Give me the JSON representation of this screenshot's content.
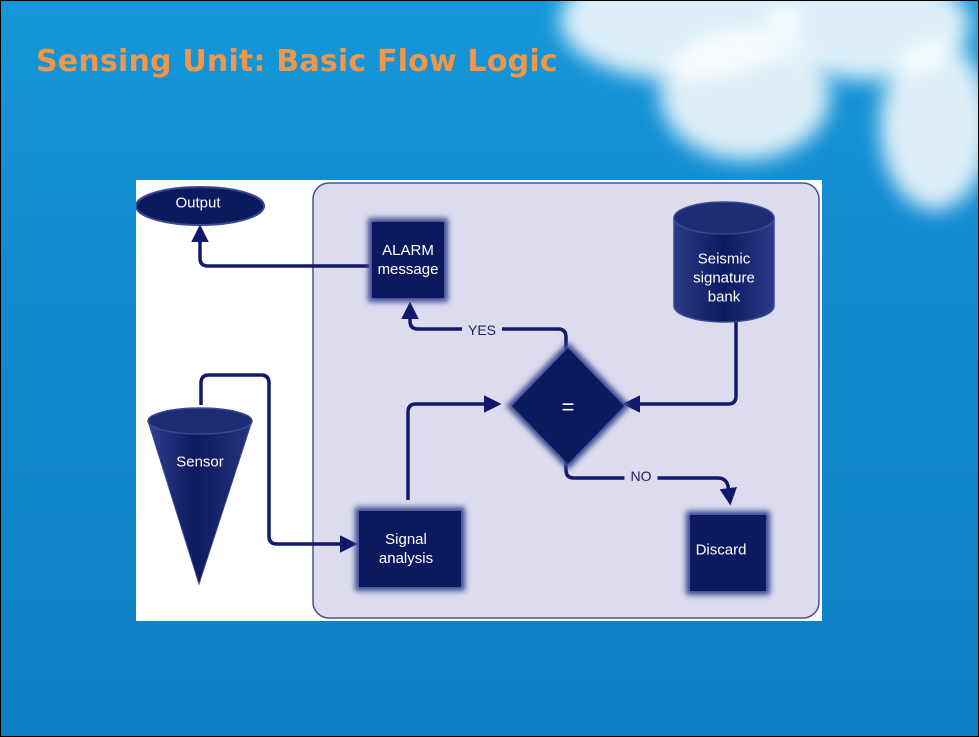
{
  "slide": {
    "title": "Sensing Unit: Basic Flow Logic"
  },
  "diagram": {
    "nodes": {
      "output": "Output",
      "alarm_message": [
        "ALARM",
        "message"
      ],
      "seismic_bank": [
        "Seismic",
        "signature",
        "bank"
      ],
      "comparator": "=",
      "sensor": "Sensor",
      "signal_analysis": [
        "Signal",
        "analysis"
      ],
      "discard": "Discard"
    },
    "edge_labels": {
      "yes": "YES",
      "no": "NO"
    }
  },
  "colors": {
    "slide_background": "#1389cf",
    "title": "#f0974a",
    "node_fill": "#0b1a5e",
    "node_glow": "#3a4a92",
    "panel_fill": "#dcdcee",
    "connector": "#12196a"
  }
}
